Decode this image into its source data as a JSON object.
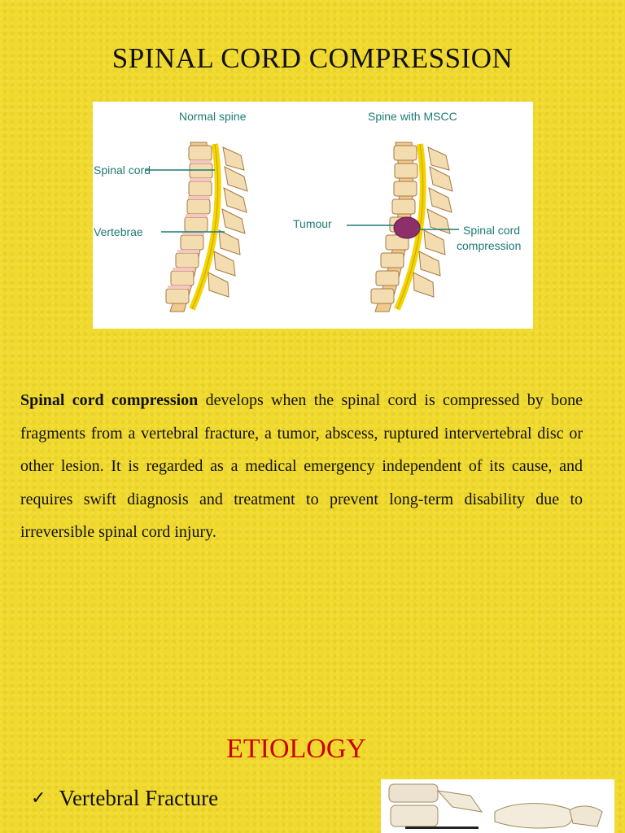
{
  "slide1": {
    "title": "SPINAL CORD COMPRESSION",
    "figure": {
      "left_heading": "Normal spine",
      "right_heading": "Spine with MSCC",
      "label_spinal_cord": "Spinal cord",
      "label_vertebrae": "Vertebrae",
      "label_tumour": "Tumour",
      "label_compression_line1": "Spinal cord",
      "label_compression_line2": "compression"
    }
  },
  "slide2": {
    "term": "Spinal cord compression",
    "body": " develops when the spinal cord is compressed by bone fragments from a vertebral fracture, a tumor, abscess, ruptured intervertebral disc or other lesion. It is regarded as a medical emergency independent of its cause, and requires swift diagnosis and treatment to prevent long-term disability due to irreversible spinal cord injury."
  },
  "slide3": {
    "title": "ETIOLOGY",
    "bullets": [
      "Vertebral Fracture"
    ],
    "check_icon": "✓"
  },
  "colors": {
    "background": "#f1da2b",
    "title_red": "#cc0000",
    "label_teal": "#1d7a74",
    "cord_yellow": "#f5d400"
  }
}
